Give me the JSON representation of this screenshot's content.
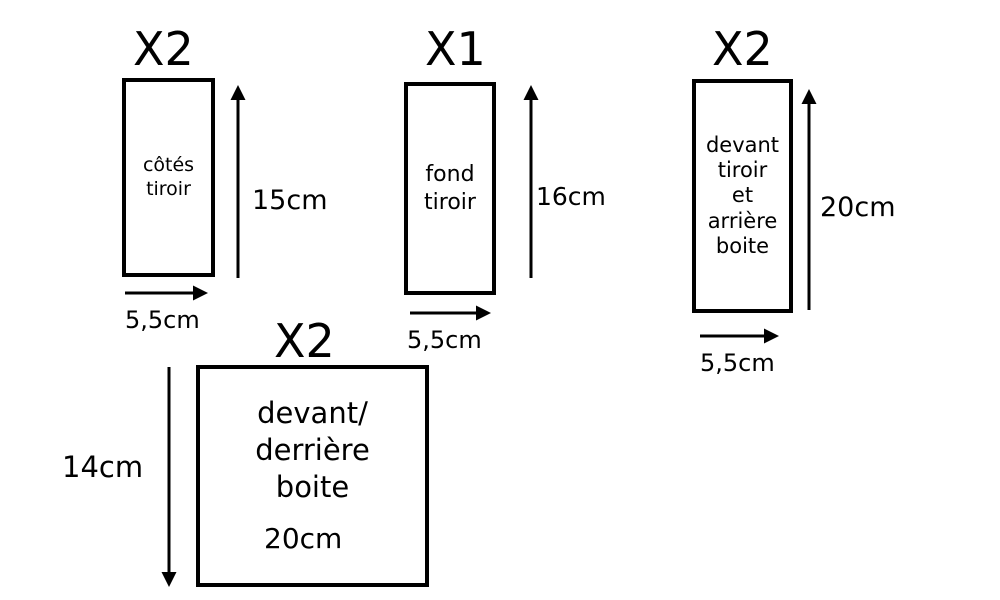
{
  "pieces": [
    {
      "id": "cotes-tiroir",
      "quantity": "X2",
      "label": "côtés\ntiroir",
      "height": "15cm",
      "width": "5,5cm"
    },
    {
      "id": "fond-tiroir",
      "quantity": "X1",
      "label": "fond\ntiroir",
      "height": "16cm",
      "width": "5,5cm"
    },
    {
      "id": "devant-tiroir",
      "quantity": "X2",
      "label": "devant\ntiroir\net\narrière\nboite",
      "height": "20cm",
      "width": "5,5cm"
    },
    {
      "id": "devant-derriere-boite",
      "quantity": "X2",
      "label": "devant/\nderrière\nboite",
      "height": "14cm",
      "width": "20cm"
    }
  ],
  "colors": {
    "stroke": "#000000",
    "background": "#ffffff"
  }
}
